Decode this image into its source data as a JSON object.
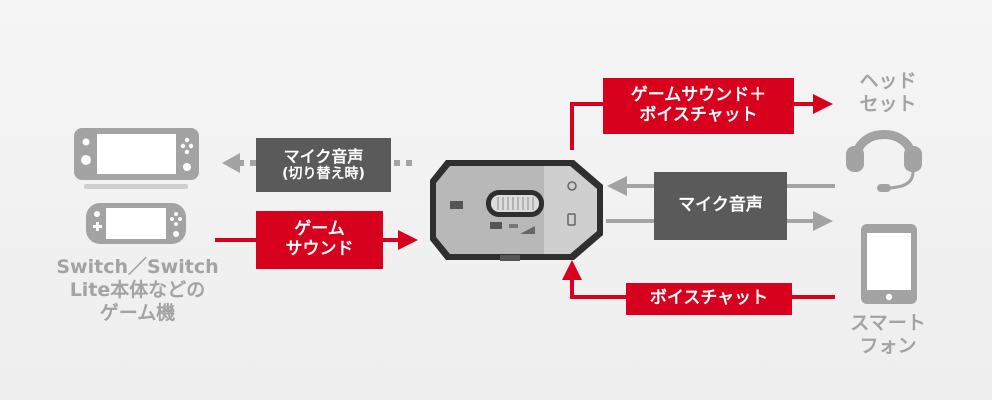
{
  "left_device_label": [
    "Switch／Switch",
    "Lite本体などの",
    "ゲーム機"
  ],
  "headset_label": [
    "ヘッド",
    "セット"
  ],
  "phone_label": [
    "スマート",
    "フォン"
  ],
  "mic_audio_switch_box": [
    "マイク音声",
    "(切り替え時)"
  ],
  "game_sound_box": [
    "ゲーム",
    "サウンド"
  ],
  "game_sound_voice_chat_box": [
    "ゲームサウンド＋",
    "ボイスチャット"
  ],
  "mic_audio_box": "マイク音声",
  "voice_chat_box": "ボイスチャット",
  "colors": {
    "red": "#d7001d",
    "dark_gray": "#5a5a5a",
    "light_gray": "#a3a3a3",
    "device_body": "#b8b8b8"
  },
  "icons": [
    "switch-console-icon",
    "switch-lite-icon",
    "audio-mixer-device-icon",
    "headset-icon",
    "smartphone-icon"
  ]
}
